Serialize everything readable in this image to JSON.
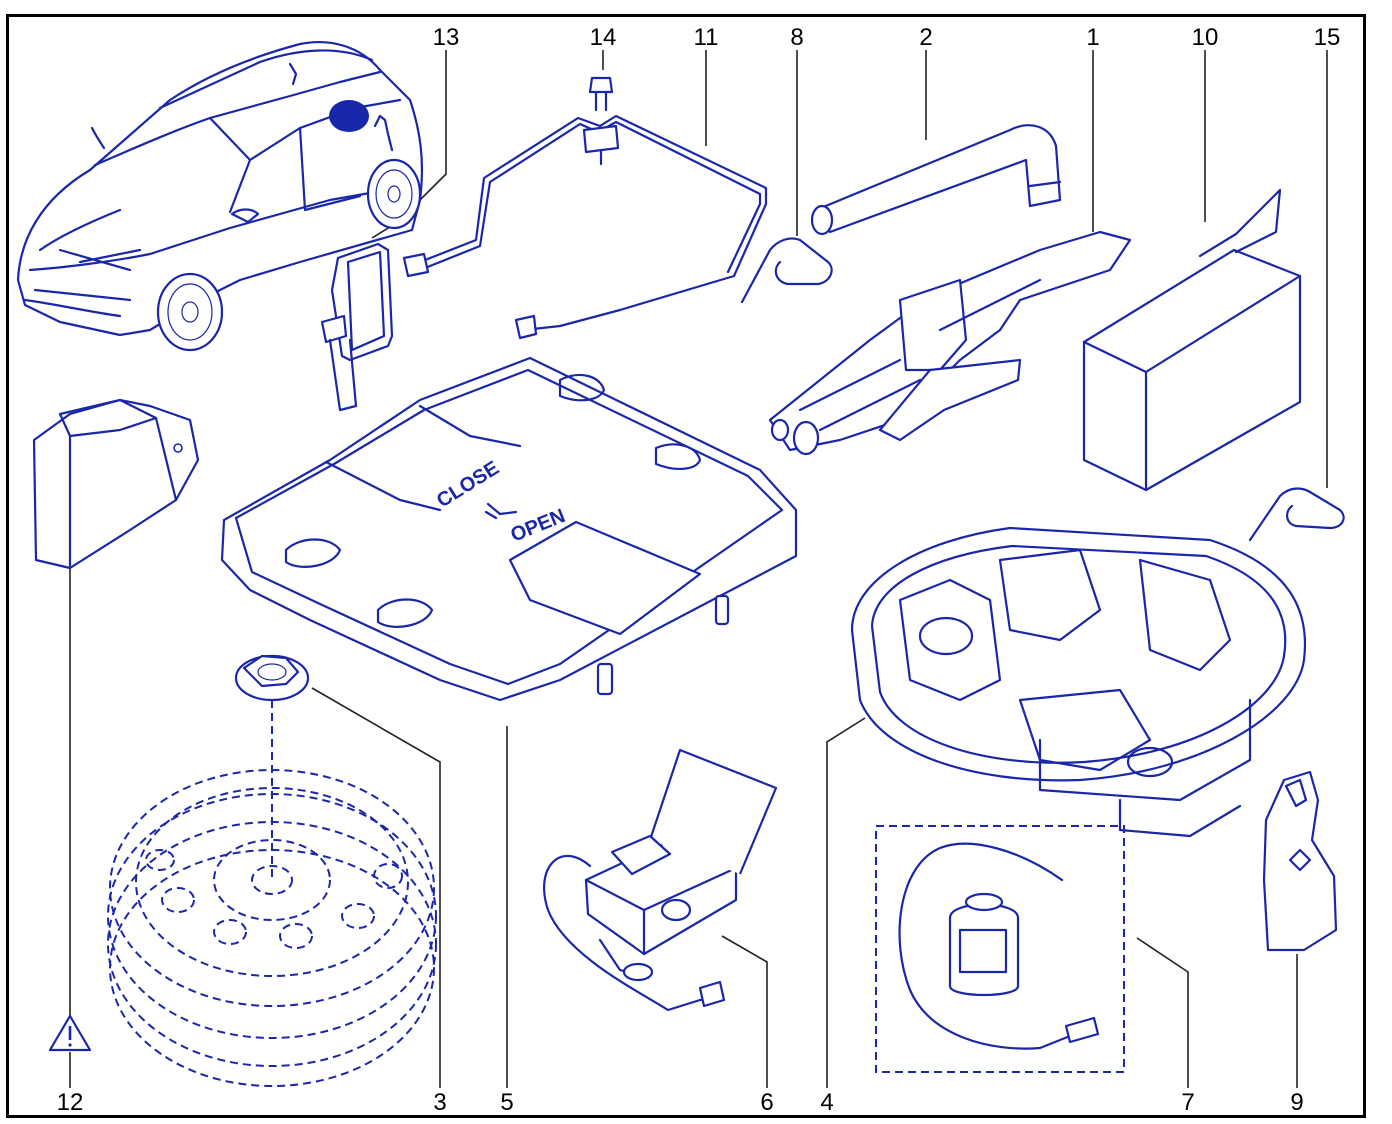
{
  "callouts": [
    "13",
    "14",
    "11",
    "8",
    "2",
    "1",
    "10",
    "15",
    "12",
    "3",
    "5",
    "6",
    "4",
    "7",
    "9"
  ],
  "cover_text": {
    "close": "CLOSE",
    "open": "OPEN"
  },
  "colors": {
    "line_art": "#1a27a8",
    "leader": "#222222",
    "frame": "#000000"
  },
  "icons": {
    "warning": "warning-triangle-icon"
  }
}
